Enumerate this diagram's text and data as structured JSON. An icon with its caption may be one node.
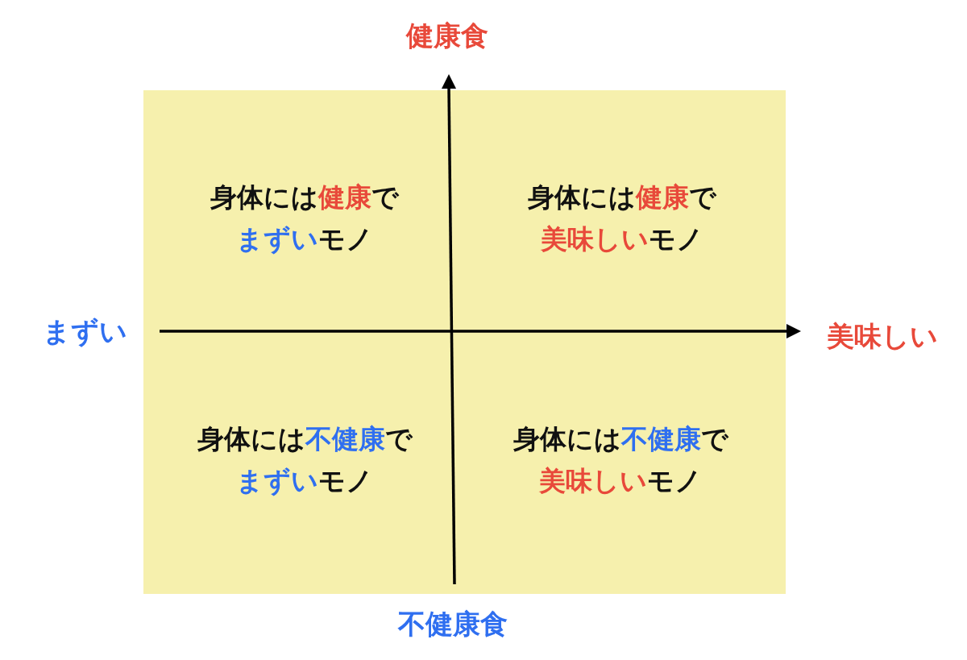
{
  "diagram": {
    "labels": [
      "健康食",
      "身体には",
      "健康",
      "で",
      "身体には",
      "健康",
      "で",
      "まずい",
      "モノ",
      "美味しい",
      "モノ",
      "まずい",
      "美味しい",
      "身体には",
      "不健康",
      "で",
      "身体には",
      "不健康",
      "で",
      "まずい",
      "モノ",
      "美味しい",
      "モノ",
      "不健康食"
    ]
  }
}
